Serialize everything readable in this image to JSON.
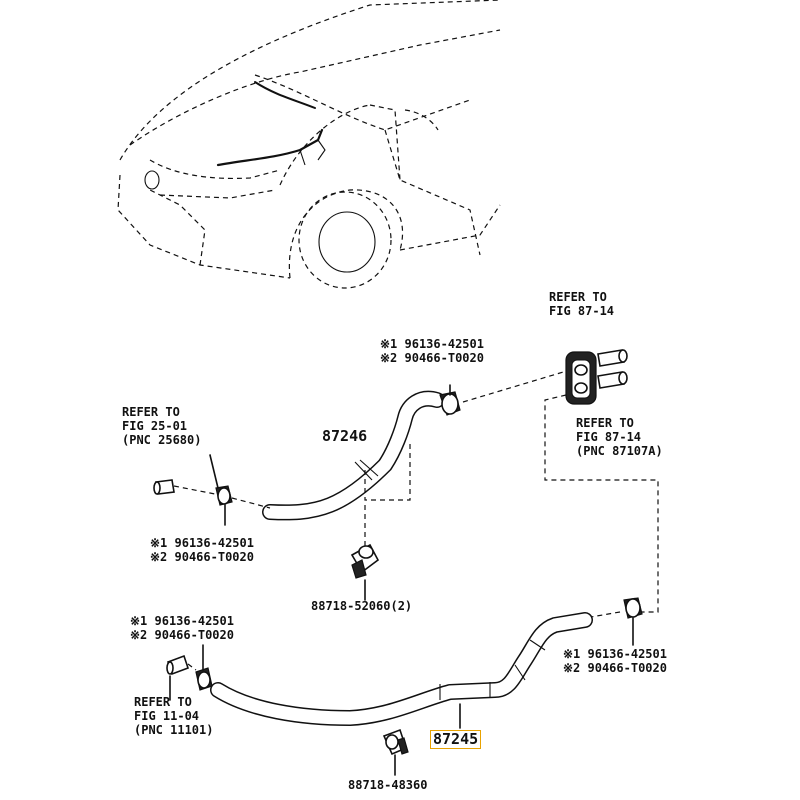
{
  "labels": {
    "ref_87_14_top": [
      "REFER TO",
      "FIG 87-14"
    ],
    "ref_87_14_mid": [
      "REFER TO",
      "FIG 87-14",
      "(PNC 87107A)"
    ],
    "ref_25_01": [
      "REFER TO",
      "FIG 25-01",
      "(PNC 25680)"
    ],
    "ref_11_04": [
      "REFER TO",
      "FIG 11-04",
      "(PNC 11101)"
    ],
    "hose_upper": "87246",
    "hose_lower": "87245",
    "clip_upper": "88718-52060(2)",
    "clip_lower": "88718-48360",
    "clamp_top": [
      "※1 96136-42501",
      "※2 90466-T0020"
    ],
    "clamp_left": [
      "※1 96136-42501",
      "※2 90466-T0020"
    ],
    "clamp_bottom_left": [
      "※1 96136-42501",
      "※2 90466-T0020"
    ],
    "clamp_right": [
      "※1 96136-42501",
      "※2 90466-T0020"
    ]
  },
  "colors": {
    "ink": "#111111",
    "highlight_border": "#e8a200",
    "background": "#ffffff"
  }
}
